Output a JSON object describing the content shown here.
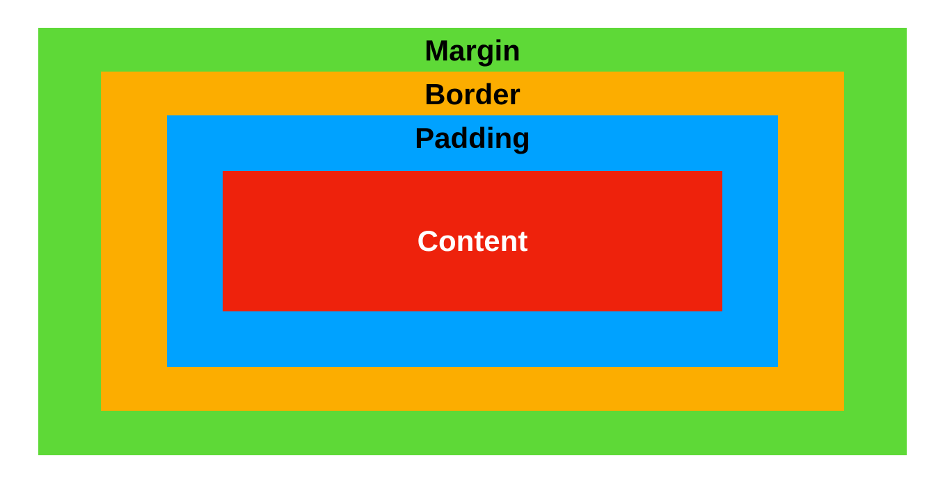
{
  "colors": {
    "background": "#ffffff",
    "margin": "#5ed937",
    "border": "#fcad00",
    "padding": "#00a2ff",
    "content": "#ee220c",
    "label_dark": "#000000",
    "label_light": "#ffffff"
  },
  "layers": {
    "margin": {
      "label": "Margin"
    },
    "border": {
      "label": "Border"
    },
    "padding": {
      "label": "Padding"
    },
    "content": {
      "label": "Content"
    }
  }
}
